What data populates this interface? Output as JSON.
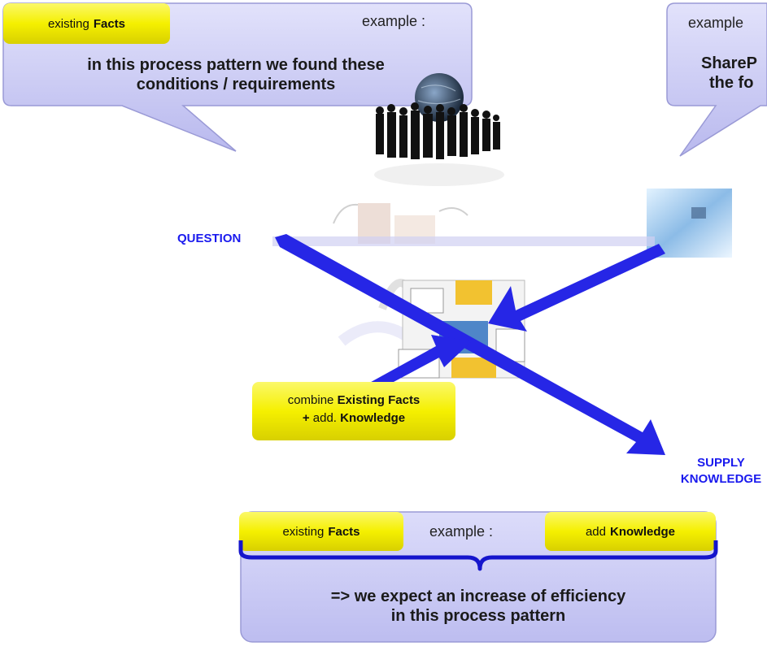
{
  "callout_left": {
    "tag_prefix": "existing",
    "tag_bold": "Facts",
    "example": "example :",
    "line1": "in this process pattern we found these",
    "line2": "conditions / requirements"
  },
  "callout_right": {
    "example": "example",
    "line1": "ShareP",
    "line2": "the fo"
  },
  "question_label": "QUESTION",
  "supply_label": {
    "line1": "SUPPLY",
    "line2": "KNOWLEDGE"
  },
  "combine_box": {
    "line1_prefix": "combine",
    "line1_bold": "Existing Facts",
    "line2_plus": "+",
    "line2_mid": "add.",
    "line2_bold": "Knowledge"
  },
  "bottom_panel": {
    "tag_left_prefix": "existing",
    "tag_left_bold": "Facts",
    "example": "example :",
    "tag_right_prefix": "add",
    "tag_right_bold": "Knowledge",
    "line1": "=> we expect an increase of efficiency",
    "line2": "in this process pattern"
  },
  "colors": {
    "callout_fill": "#c8c8f4",
    "tag_yellow": "#f5f000",
    "arrow_blue": "#2626e6",
    "label_blue": "#1a1aee",
    "brace_blue": "#1515cc"
  },
  "icons": [
    "globe-icon",
    "business-people-icon",
    "building-icon",
    "network-screen-icon",
    "collage-icon"
  ]
}
